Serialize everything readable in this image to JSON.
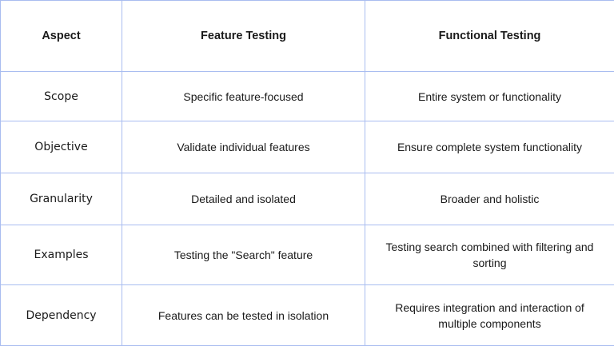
{
  "table": {
    "headers": [
      "Aspect",
      "Feature Testing",
      "Functional Testing"
    ],
    "rows": [
      [
        "Scope",
        "Specific feature-focused",
        "Entire system or functionality"
      ],
      [
        "Objective",
        "Validate individual features",
        "Ensure complete system functionality"
      ],
      [
        "Granularity",
        "Detailed and isolated",
        "Broader and holistic"
      ],
      [
        "Examples",
        "Testing the \"Search\" feature",
        "Testing search combined with filtering and sorting"
      ],
      [
        "Dependency",
        "Features can be tested in isolation",
        "Requires integration and interaction of multiple components"
      ]
    ]
  },
  "colors": {
    "border": "#a9bdf0",
    "text": "#1a1a1a",
    "background": "#ffffff"
  }
}
